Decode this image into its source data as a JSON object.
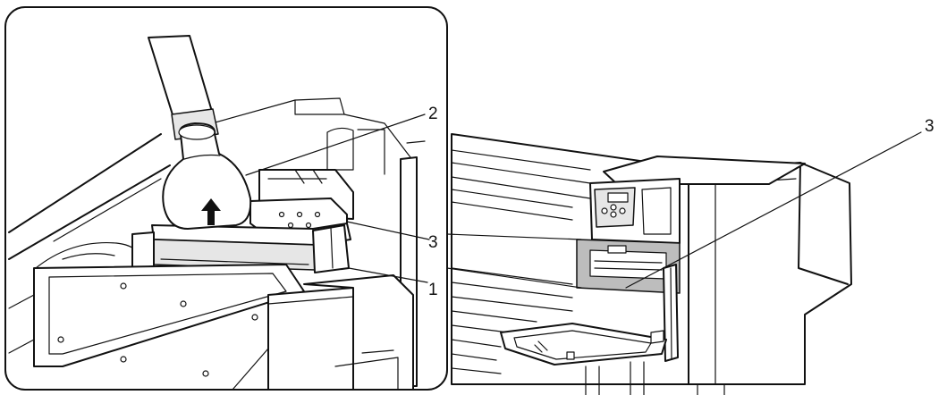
{
  "figure": {
    "callouts": {
      "detail_handle": "2",
      "detail_wiper": "3",
      "detail_cap": "1",
      "printer_wiper": "3"
    },
    "icons": {
      "arrow": "arrow-up-icon"
    }
  }
}
